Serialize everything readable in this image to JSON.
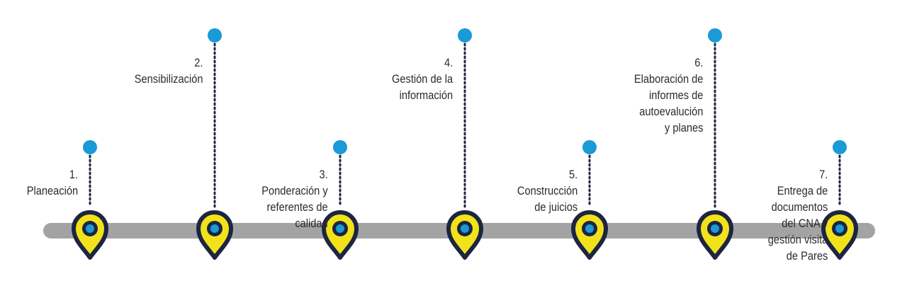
{
  "colors": {
    "track": "#a3a3a3",
    "pin_outline": "#1c2541",
    "pin_fill": "#f2e21b",
    "dot": "#1a9ad6",
    "text": "#2b2b2b"
  },
  "pin_icon": "map-pin-icon",
  "steps": [
    {
      "number": "1.",
      "lines": [
        "Planeación"
      ],
      "level": "low"
    },
    {
      "number": "2.",
      "lines": [
        "Sensibilización"
      ],
      "level": "high"
    },
    {
      "number": "3.",
      "lines": [
        "Ponderación y",
        "referentes de",
        "calidad"
      ],
      "level": "low"
    },
    {
      "number": "4.",
      "lines": [
        "Gestión de la",
        "información"
      ],
      "level": "high"
    },
    {
      "number": "5.",
      "lines": [
        "Construcción",
        "de juicios"
      ],
      "level": "low"
    },
    {
      "number": "6.",
      "lines": [
        "Elaboración de",
        "informes de",
        "autoevalución",
        "y planes"
      ],
      "level": "high"
    },
    {
      "number": "7.",
      "lines": [
        "Entrega de",
        "documentos",
        "del CNA y",
        "gestión visita",
        "de Pares"
      ],
      "level": "low"
    }
  ]
}
